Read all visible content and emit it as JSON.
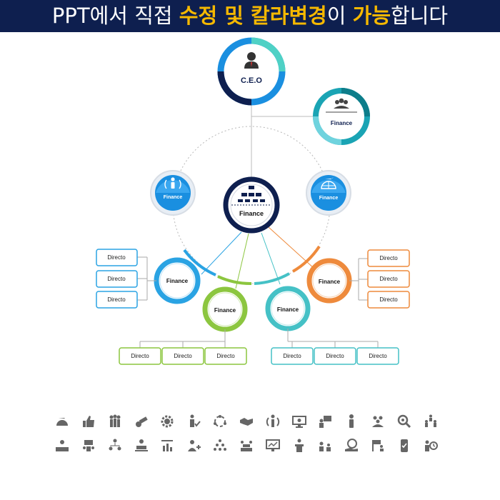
{
  "banner": {
    "part1": "PPT에서 직접 ",
    "part2": "수정 및 칼라변경",
    "part3": "이 ",
    "part4": "가능",
    "part5": "합니다"
  },
  "ceo": {
    "label": "C.E.O"
  },
  "top_right": {
    "label": "Finance"
  },
  "left_mid": {
    "label": "Finance"
  },
  "right_mid": {
    "label": "Finance"
  },
  "center": {
    "label": "Finance"
  },
  "branches": [
    {
      "label": "Finance",
      "color": "#2aa3e3",
      "boxes": [
        "Directo",
        "Directo",
        "Directo"
      ]
    },
    {
      "label": "Finance",
      "color": "#8cc63f",
      "boxes": [
        "Directo",
        "Directo",
        "Directo"
      ]
    },
    {
      "label": "Finance",
      "color": "#45c1c6",
      "boxes": [
        "Directo",
        "Directo",
        "Directo"
      ]
    },
    {
      "label": "Finance",
      "color": "#ee8a3c",
      "boxes": [
        "Directo",
        "Directo",
        "Directo"
      ]
    }
  ],
  "colors": {
    "navy": "#0e1f4f",
    "accent": "#f5b800",
    "teal": "#1aa4b4",
    "blue": "#1a8fe0"
  },
  "icons_row1": [
    "globe-plane-icon",
    "thumbs-up-icon",
    "team-icon",
    "cannon-icon",
    "gear-dollar-icon",
    "person-check-icon",
    "people-cycle-icon",
    "handshake-icon",
    "person-arrows-icon",
    "monitor-dollar-icon",
    "presentation-icon",
    "person-icon",
    "group-icon",
    "search-dollar-icon",
    "hierarchy-people-icon"
  ],
  "icons_row2": [
    "person-desk-icon",
    "meeting-icon",
    "org-chart-icon",
    "person-laptop-icon",
    "bar-chart-person-icon",
    "person-add-icon",
    "pyramid-people-icon",
    "conference-icon",
    "screen-chart-icon",
    "speaker-podium-icon",
    "person-talk-icon",
    "hand-globe-icon",
    "flag-person-icon",
    "phone-check-icon",
    "person-clock-icon"
  ]
}
